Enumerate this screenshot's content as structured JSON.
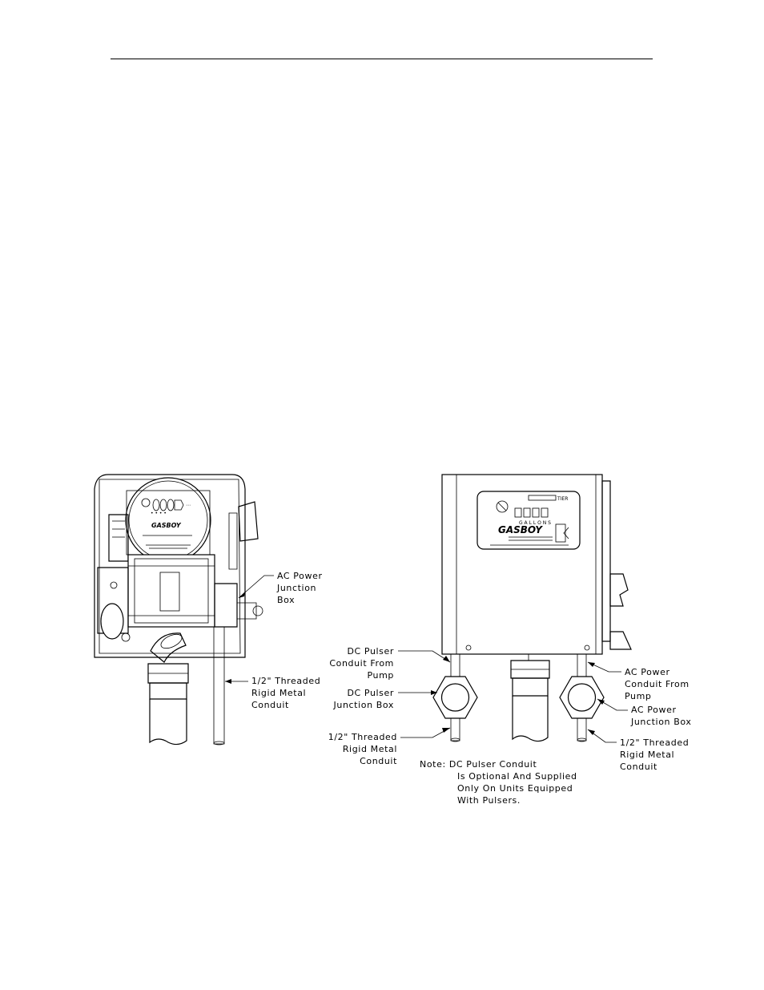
{
  "left_diagram": {
    "brand": "GASBOY",
    "labels": {
      "ac_power_box": [
        "AC Power",
        "Junction",
        "Box"
      ],
      "conduit": [
        "1/2\" Threaded",
        "Rigid Metal",
        "Conduit"
      ]
    }
  },
  "right_diagram": {
    "brand": "GASBOY",
    "labels": {
      "dc_pulser_conduit": [
        "DC Pulser",
        "Conduit From",
        "Pump"
      ],
      "dc_pulser_box": [
        "DC Pulser",
        "Junction Box"
      ],
      "left_conduit": [
        "1/2\" Threaded",
        "Rigid Metal",
        "Conduit"
      ],
      "ac_power_conduit": [
        "AC Power",
        "Conduit From",
        "Pump"
      ],
      "ac_power_box": [
        "AC Power",
        "Junction Box"
      ],
      "right_conduit": [
        "1/2\" Threaded",
        "Rigid Metal",
        "Conduit"
      ]
    },
    "note": [
      "Note:  DC Pulser Conduit",
      "Is Optional And Supplied",
      "Only On Units Equipped",
      "With Pulsers."
    ]
  }
}
